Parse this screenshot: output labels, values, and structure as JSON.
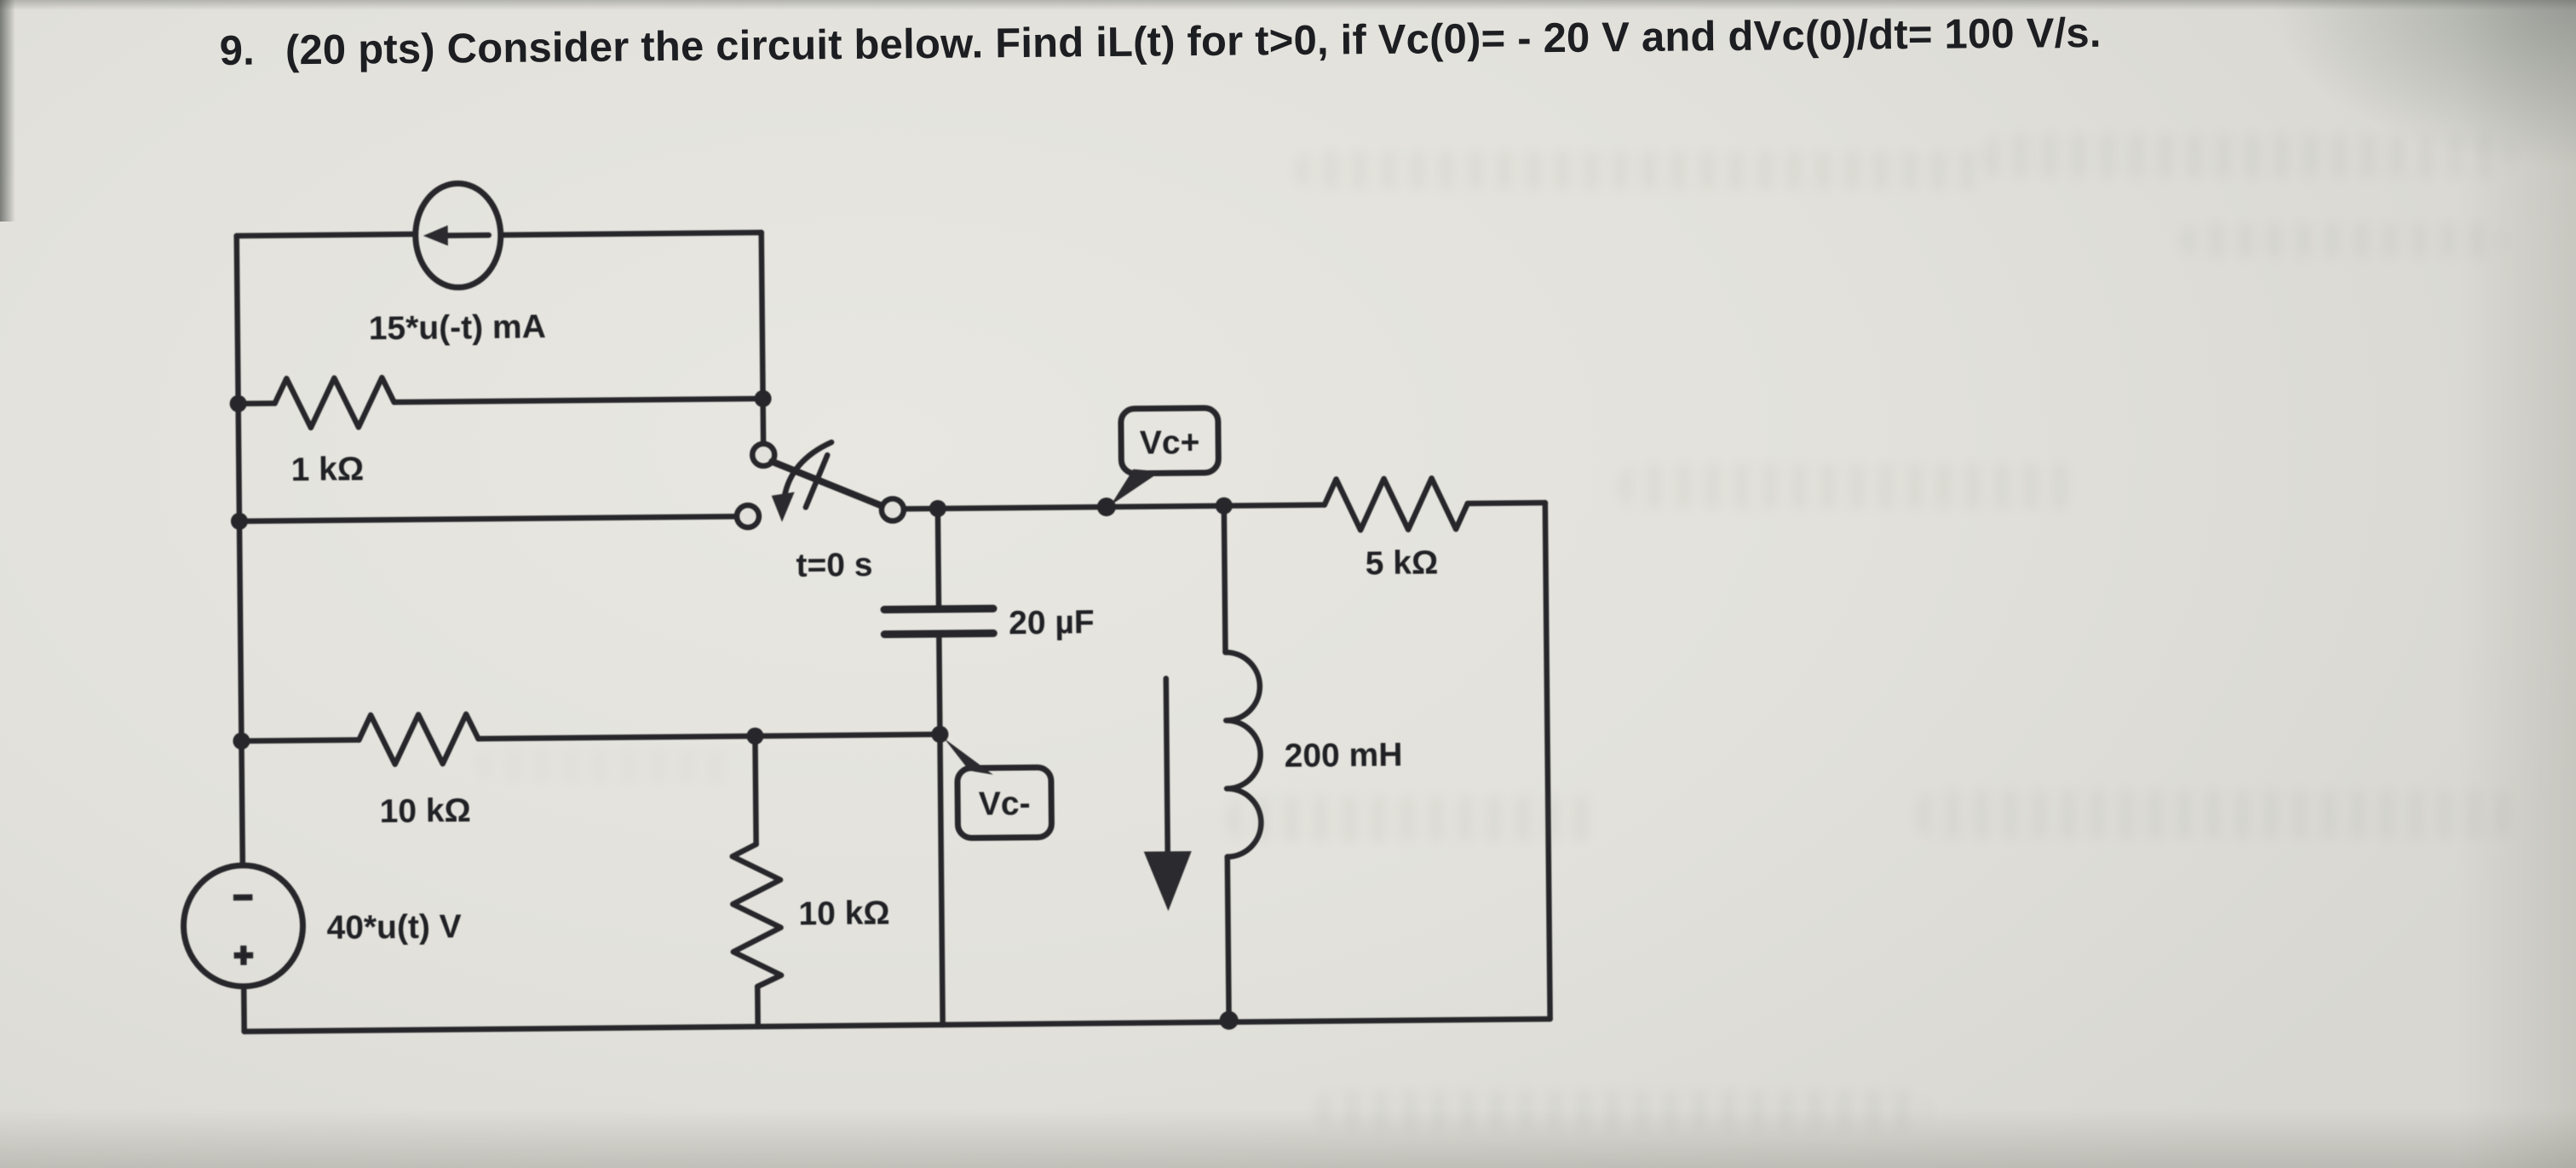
{
  "title": {
    "number": "9.",
    "text": "(20 pts) Consider the circuit below. Find iL(t) for t>0, if Vc(0)= - 20 V and dVc(0)/dt= 100 V/s."
  },
  "labels": {
    "current_source": "15*u(-t) mA",
    "resistor_1k": "1 kΩ",
    "switch_time": "t=0 s",
    "capacitor": "20 µF",
    "vc_plus": "Vc+",
    "vc_minus": "Vc-",
    "resistor_5k": "5 kΩ",
    "inductor": "200 mH",
    "resistor_10k_horizontal": "10 kΩ",
    "resistor_10k_vertical": "10 kΩ",
    "voltage_source": "40*u(t) V",
    "voltage_source_minus": "−",
    "voltage_source_plus": "+"
  },
  "colors": {
    "paper": "#e2e1db",
    "ink": "#26262a"
  }
}
